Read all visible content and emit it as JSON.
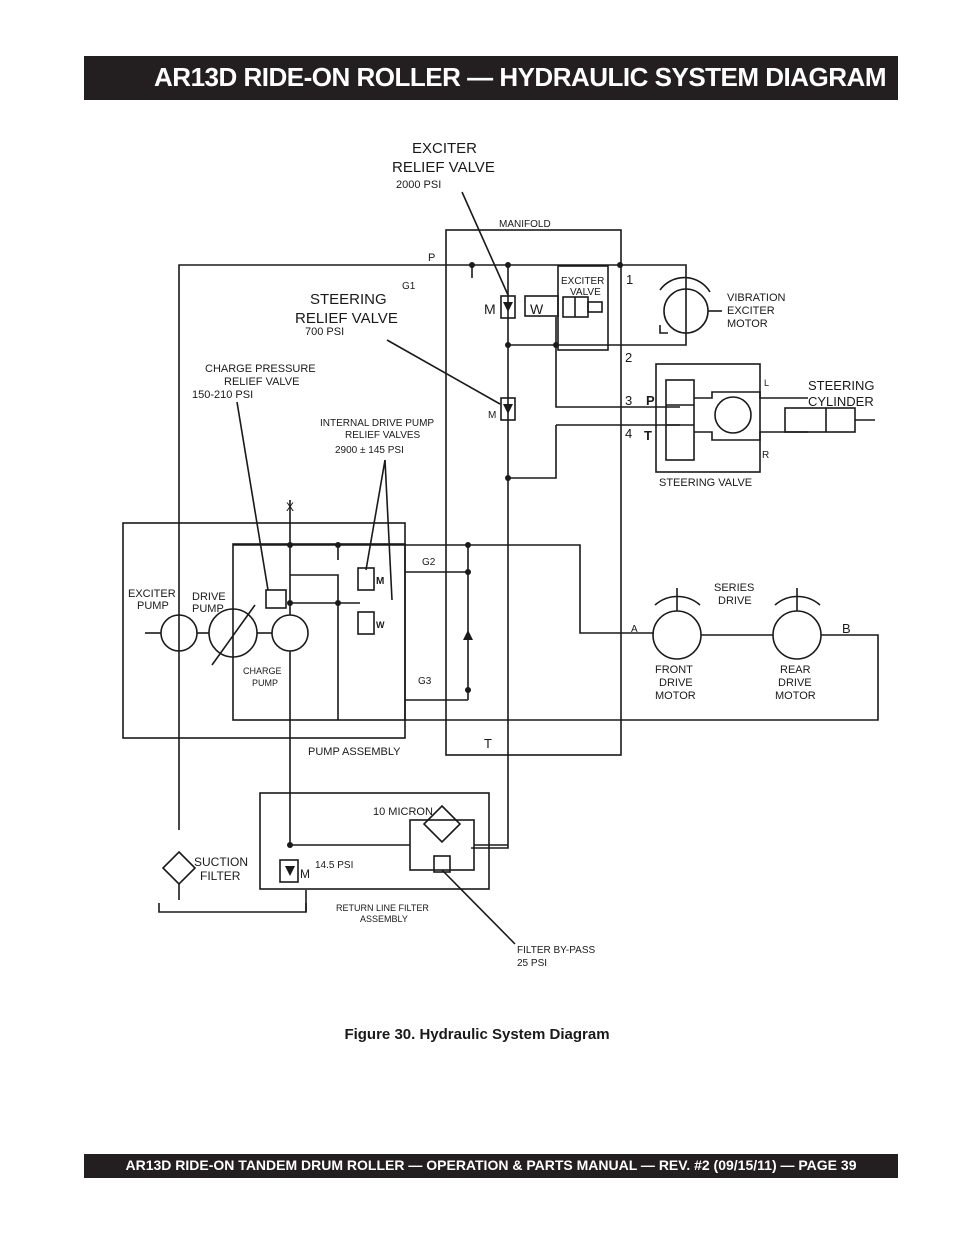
{
  "header": {
    "title": "AR13D RIDE-ON ROLLER — HYDRAULIC SYSTEM DIAGRAM"
  },
  "footer": {
    "text": "AR13D RIDE-ON TANDEM DRUM ROLLER — OPERATION & PARTS MANUAL — REV. #2  (09/15/11) — PAGE 39"
  },
  "figure": {
    "caption": "Figure 30. Hydraulic System Diagram"
  },
  "labels": {
    "exciter_relief": [
      "EXCITER",
      "RELIEF VALVE",
      "2000 PSI"
    ],
    "manifold": "MANIFOLD",
    "port_p": "P",
    "port_t": "T",
    "g1": "G1",
    "g2": "G2",
    "g3": "G3",
    "x": "X",
    "m": "M",
    "w": "W",
    "port1": "1",
    "port2": "2",
    "port3": "3",
    "port4": "4",
    "exciter_valve": [
      "EXCITER",
      "VALVE"
    ],
    "vibration_motor": [
      "VIBRATION",
      "EXCITER",
      "MOTOR"
    ],
    "steering_relief": [
      "STEERING",
      "RELIEF VALVE",
      "700 PSI"
    ],
    "charge_relief": [
      "CHARGE PRESSURE",
      "RELIEF VALVE",
      "150-210 PSI"
    ],
    "internal_relief": [
      "INTERNAL DRIVE PUMP",
      "RELIEF VALVES",
      "2900 ± 145 PSI"
    ],
    "steering_valve": "STEERING VALVE",
    "steering_cylinder": [
      "STEERING",
      "CYLINDER"
    ],
    "sv_p": "P",
    "sv_t": "T",
    "sv_l": "L",
    "sv_r": "R",
    "exciter_pump": [
      "EXCITER",
      "PUMP"
    ],
    "drive_pump": [
      "DRIVE",
      "PUMP"
    ],
    "charge_pump": [
      "CHARGE",
      "PUMP"
    ],
    "pump_assembly": "PUMP ASSEMBLY",
    "series_drive": [
      "SERIES",
      "DRIVE"
    ],
    "port_a": "A",
    "port_b": "B",
    "front_motor": [
      "FRONT",
      "DRIVE",
      "MOTOR"
    ],
    "rear_motor": [
      "REAR",
      "DRIVE",
      "MOTOR"
    ],
    "ten_micron": "10 MICRON",
    "psi_14_5": "14.5 PSI",
    "suction_filter": [
      "SUCTION",
      "FILTER"
    ],
    "return_filter": [
      "RETURN LINE FILTER",
      "ASSEMBLY"
    ],
    "filter_bypass": [
      "FILTER BY-PASS",
      "25 PSI"
    ]
  }
}
